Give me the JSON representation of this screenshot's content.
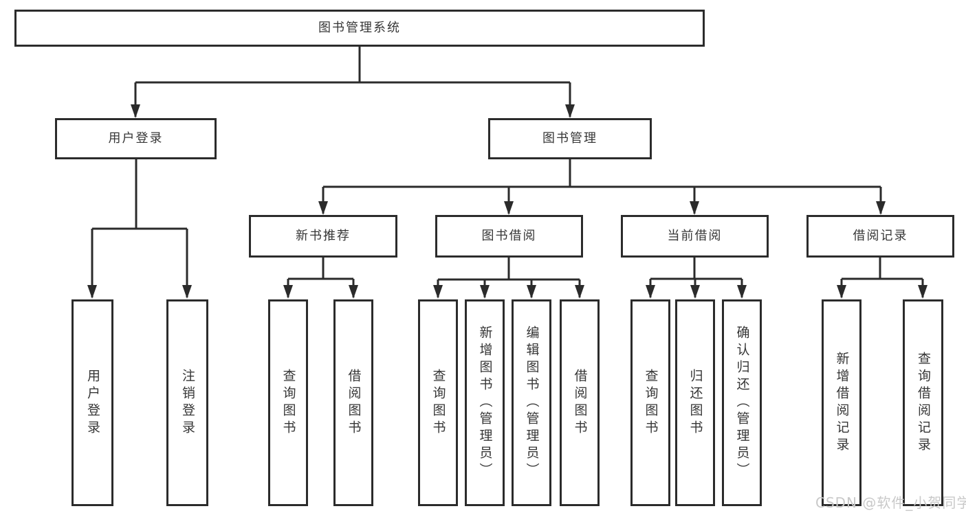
{
  "colors": {
    "line": "#2b2b2b",
    "box_border": "#2b2b2b",
    "text": "#363636",
    "background": "#ffffff",
    "watermark": "#c9c9c9"
  },
  "watermark": "CSDN @软件_小贺同学",
  "diagram": {
    "root": "图书管理系统",
    "level2": {
      "user_login": "用户登录",
      "book_mgmt": "图书管理"
    },
    "level3": {
      "new_book_rec": "新书推荐",
      "book_borrow": "图书借阅",
      "current_borrow": "当前借阅",
      "borrow_records": "借阅记录"
    },
    "leaves": {
      "user_login_1": "用户登录",
      "user_login_2": "注销登录",
      "new_book_rec_1": "查询图书",
      "new_book_rec_2": "借阅图书",
      "book_borrow_1": "查询图书",
      "book_borrow_2": "新增图书（管理员）",
      "book_borrow_3": "编辑图书（管理员）",
      "book_borrow_4": "借阅图书",
      "current_borrow_1": "查询图书",
      "current_borrow_2": "归还图书",
      "current_borrow_3": "确认归还（管理员）",
      "borrow_records_1": "新增借阅记录",
      "borrow_records_2": "查询借阅记录"
    },
    "hierarchy": {
      "图书管理系统": [
        "用户登录",
        "图书管理"
      ],
      "用户登录": [
        "用户登录",
        "注销登录"
      ],
      "图书管理": [
        "新书推荐",
        "图书借阅",
        "当前借阅",
        "借阅记录"
      ],
      "新书推荐": [
        "查询图书",
        "借阅图书"
      ],
      "图书借阅": [
        "查询图书",
        "新增图书（管理员）",
        "编辑图书（管理员）",
        "借阅图书"
      ],
      "当前借阅": [
        "查询图书",
        "归还图书",
        "确认归还（管理员）"
      ],
      "借阅记录": [
        "新增借阅记录",
        "查询借阅记录"
      ]
    }
  }
}
